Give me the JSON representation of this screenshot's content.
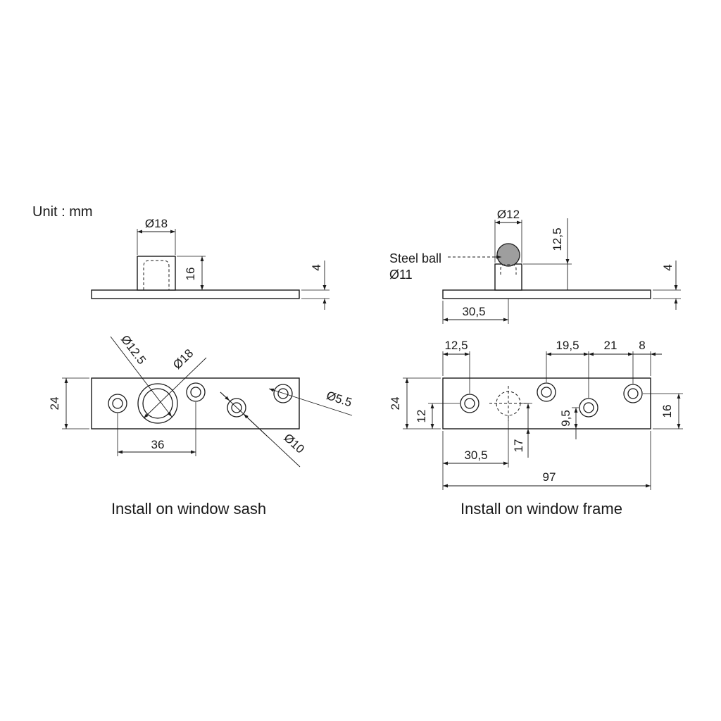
{
  "unit_label": "Unit : mm",
  "sash": {
    "caption": "Install on window sash",
    "dims": {
      "pin_diameter": "Ø18",
      "pin_height": "16",
      "plate_thickness": "4",
      "hole_large_inner": "Ø12.5",
      "hole_large_outer": "Ø18",
      "plate_width": "24",
      "hole_spacing": "36",
      "hole_small": "Ø5.5",
      "hole_counter": "Ø10"
    }
  },
  "frame": {
    "caption": "Install on window frame",
    "ball_label": "Steel ball",
    "ball_diameter": "Ø11",
    "dims": {
      "pin_diameter": "Ø12",
      "pin_height": "12,5",
      "plate_thickness": "4",
      "pin_offset_side": "30,5",
      "hole1_offset": "12,5",
      "spacing_a": "19,5",
      "spacing_b": "21",
      "end_offset": "8",
      "plate_width": "24",
      "hole_height_a": "12",
      "hole_height_b": "9,5",
      "hole_height_c": "16",
      "pin_height_from_edge": "17",
      "pin_offset_top": "30,5",
      "overall_length": "97"
    }
  },
  "colors": {
    "line": "#1a1a1a",
    "ball_fill": "#9e9e9e",
    "background": "#ffffff"
  }
}
